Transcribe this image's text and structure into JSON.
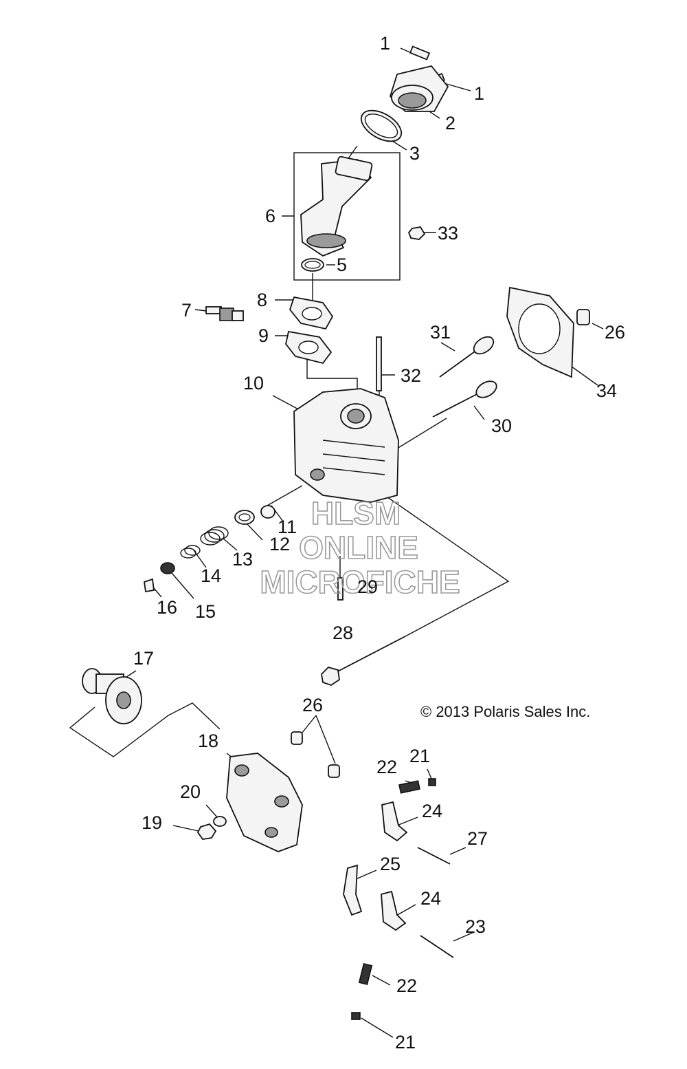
{
  "labels": {
    "p1a": "1",
    "p1b": "1",
    "p2": "2",
    "p3": "3",
    "p5": "5",
    "p6": "6",
    "p7": "7",
    "p8": "8",
    "p9": "9",
    "p10": "10",
    "p11": "11",
    "p12": "12",
    "p13": "13",
    "p14": "14",
    "p15": "15",
    "p16": "16",
    "p17": "17",
    "p18": "18",
    "p19": "19",
    "p20": "20",
    "p21a": "21",
    "p21b": "21",
    "p22a": "22",
    "p22b": "22",
    "p23": "23",
    "p24a": "24",
    "p24b": "24",
    "p25": "25",
    "p26a": "26",
    "p26b": "26",
    "p27": "27",
    "p28": "28",
    "p29": "29",
    "p30": "30",
    "p31": "31",
    "p32": "32",
    "p33": "33",
    "p34": "34"
  },
  "copyright": "© 2013 Polaris Sales Inc.",
  "watermark": {
    "line1": "HLSM",
    "line2": "ONLINE",
    "line3": "MICROFICHE"
  }
}
